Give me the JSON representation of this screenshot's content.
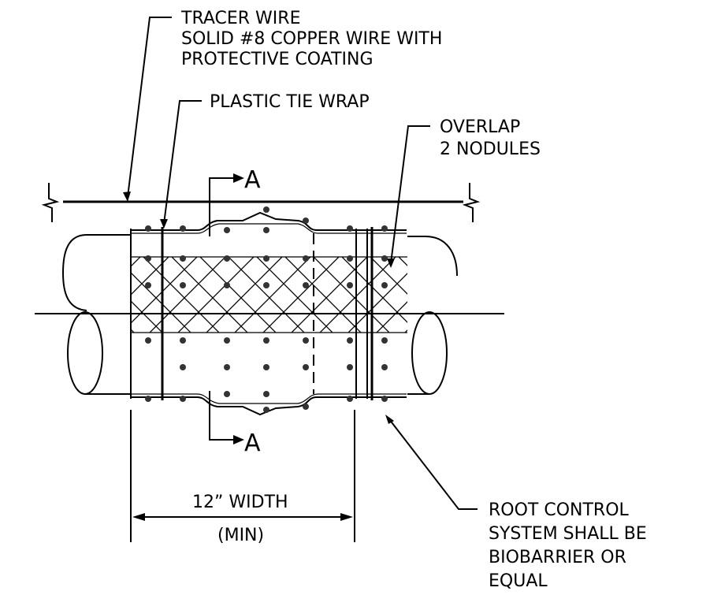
{
  "labels": {
    "tracer_wire_1": "TRACER WIRE",
    "tracer_wire_2": "SOLID #8 COPPER WIRE WITH",
    "tracer_wire_3": "PROTECTIVE COATING",
    "tie_wrap": "PLASTIC TIE WRAP",
    "overlap_1": "OVERLAP",
    "overlap_2": "2 NODULES",
    "section_top": "A",
    "section_bottom": "A",
    "width_1": "12” WIDTH",
    "width_2": "(MIN)",
    "root_1": "ROOT CONTROL",
    "root_2": "SYSTEM SHALL BE",
    "root_3": "BIOBARRIER OR",
    "root_4": "EQUAL"
  },
  "icons": [
    "section-arrow-icon",
    "break-line-icon",
    "leader-arrow-icon"
  ],
  "colors": {
    "ink": "#000000",
    "nodule": "#333333"
  }
}
